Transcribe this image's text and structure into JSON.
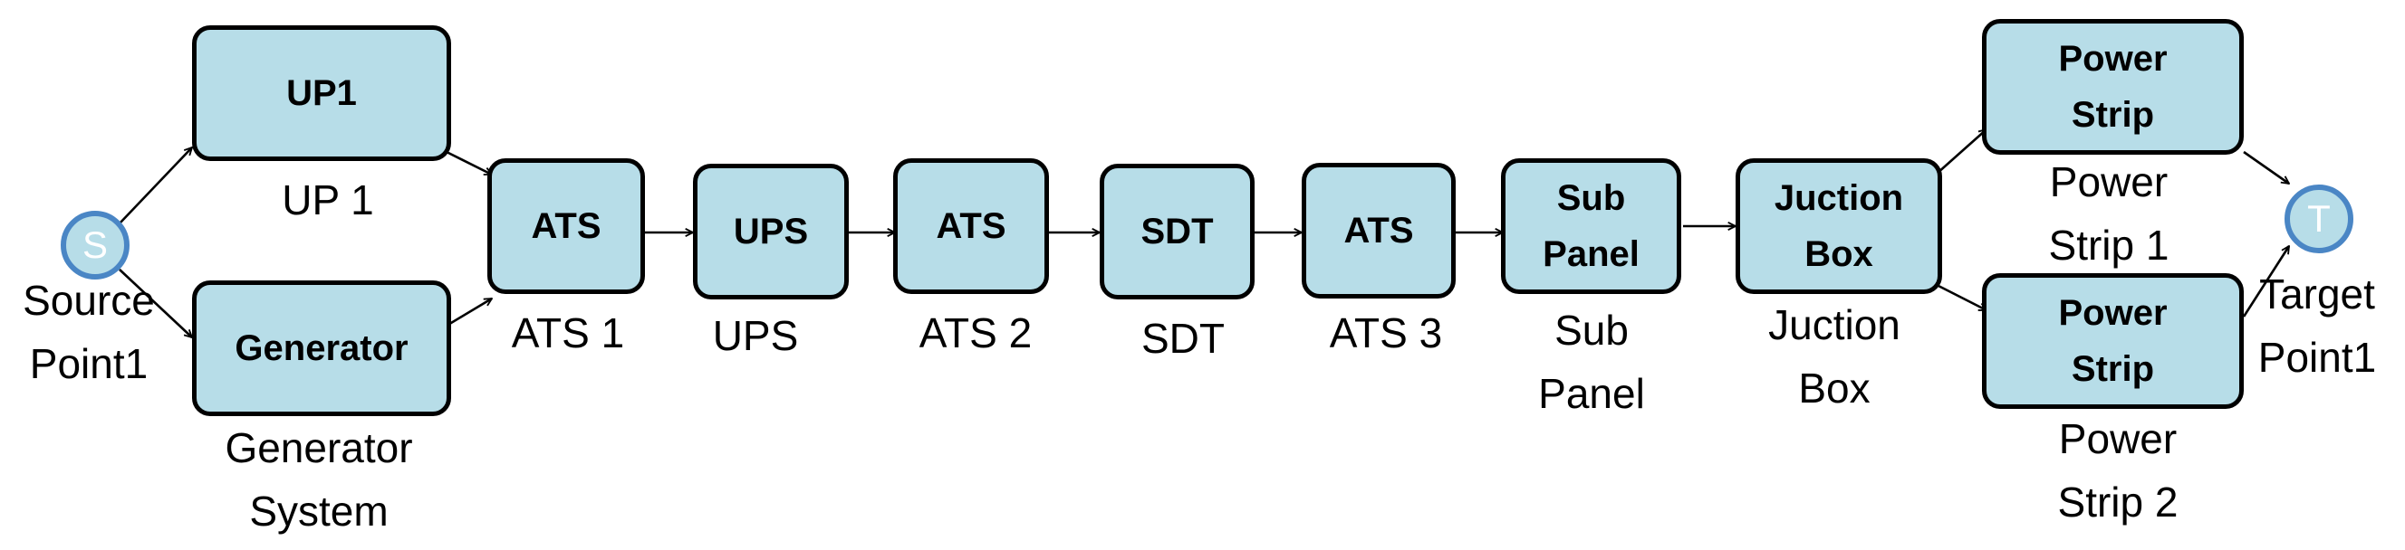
{
  "colors": {
    "box_fill": "#b7dde8",
    "box_border": "#000000",
    "node_ring": "#4a86c5",
    "edge": "#000000"
  },
  "source": {
    "symbol": "S",
    "caption": "Source\nPoint1"
  },
  "target": {
    "symbol": "T",
    "caption": "Target\nPoint1"
  },
  "nodes": {
    "up1": {
      "label": "UP1",
      "caption": "UP 1"
    },
    "generator": {
      "label": "Generator",
      "caption": "Generator\nSystem"
    },
    "ats1": {
      "label": "ATS",
      "caption": "ATS 1"
    },
    "ups": {
      "label": "UPS",
      "caption": "UPS"
    },
    "ats2": {
      "label": "ATS",
      "caption": "ATS 2"
    },
    "sdt": {
      "label": "SDT",
      "caption": "SDT"
    },
    "ats3": {
      "label": "ATS",
      "caption": "ATS 3"
    },
    "subpanel": {
      "label": "Sub\nPanel",
      "caption": "Sub\nPanel"
    },
    "juction": {
      "label": "Juction\nBox",
      "caption": "Juction\nBox"
    },
    "strip1": {
      "label": "Power\nStrip",
      "caption": "Power\nStrip 1"
    },
    "strip2": {
      "label": "Power\nStrip",
      "caption": "Power\nStrip 2"
    }
  }
}
